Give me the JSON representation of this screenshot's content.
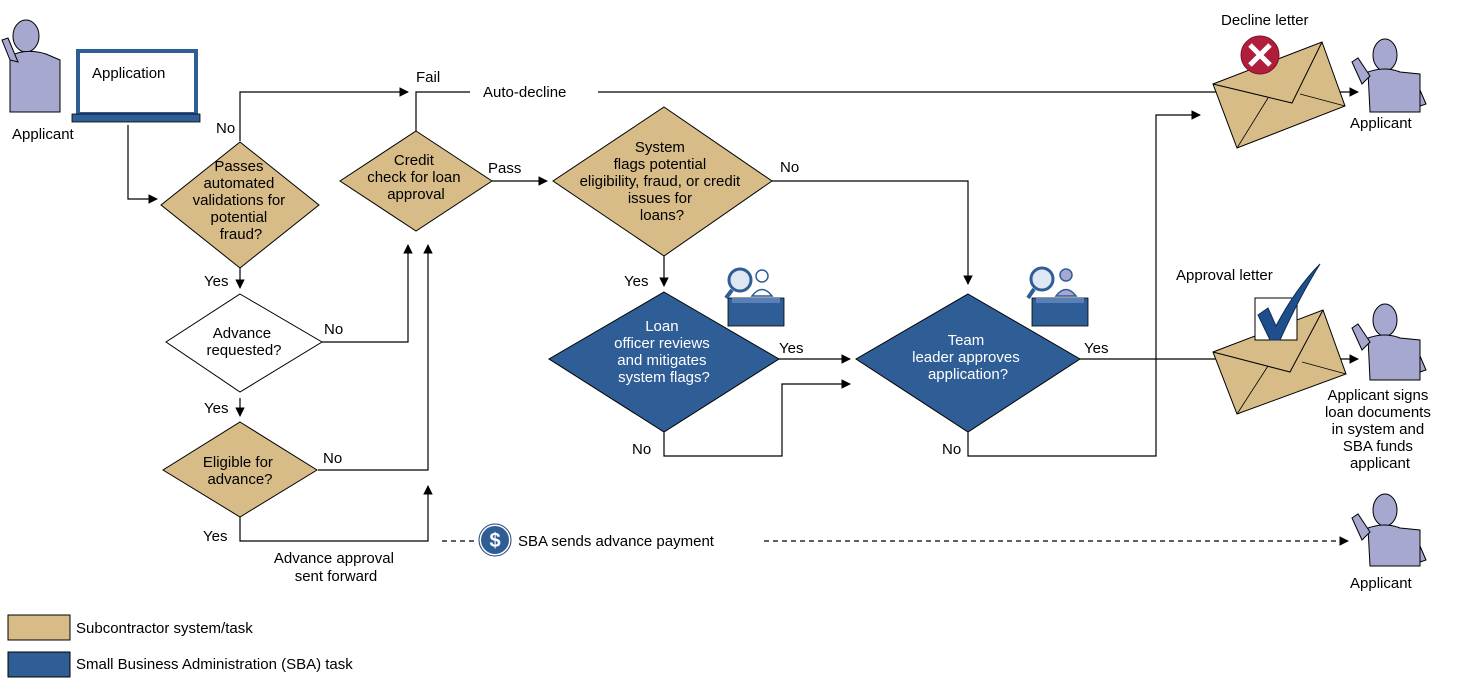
{
  "actors": {
    "applicant_top_left": "Applicant",
    "applicant_top_right": "Applicant",
    "applicant_bottom_right": "Applicant",
    "applicant_signs": [
      "Applicant signs",
      "loan documents",
      "in system and",
      "SBA funds",
      "applicant"
    ]
  },
  "application_screen": "Application",
  "nodes": {
    "validation": [
      "Passes",
      "automated",
      "validations for",
      "potential",
      "fraud?"
    ],
    "credit": [
      "Credit",
      "check for loan",
      "approval"
    ],
    "advance_requested": [
      "Advance",
      "requested?"
    ],
    "eligible": [
      "Eligible for",
      "advance?"
    ],
    "system_flags": [
      "System",
      "flags potential",
      "eligibility, fraud, or credit",
      "issues for",
      "loans?"
    ],
    "loan_officer": [
      "Loan",
      "officer reviews",
      "and mitigates",
      "system flags?"
    ],
    "team_leader": [
      "Team",
      "leader approves",
      "application?"
    ]
  },
  "edge_labels": {
    "no_validation": "No",
    "fail": "Fail",
    "auto_decline": "Auto-decline",
    "pass": "Pass",
    "yes_validation": "Yes",
    "no_advance": "No",
    "yes_advance": "Yes",
    "no_eligible": "No",
    "yes_eligible": "Yes",
    "advance_approval": [
      "Advance approval",
      "sent forward"
    ],
    "sba_payment": "SBA sends advance payment",
    "no_flags": "No",
    "yes_flags": "Yes",
    "yes_officer": "Yes",
    "no_officer": "No",
    "yes_team": "Yes",
    "no_team": "No",
    "decline_letter": "Decline letter",
    "approval_letter": "Approval letter"
  },
  "dollar_symbol": "$",
  "legend": {
    "subcontractor": "Subcontractor system/task",
    "sba": "Small Business Administration (SBA) task"
  },
  "colors": {
    "subcontractor": "#D7BC87",
    "sba": "#2F5D96",
    "person": "#A6A8D0",
    "decline_mark": "#B01E3C",
    "check_mark": "#1F4E8C"
  }
}
